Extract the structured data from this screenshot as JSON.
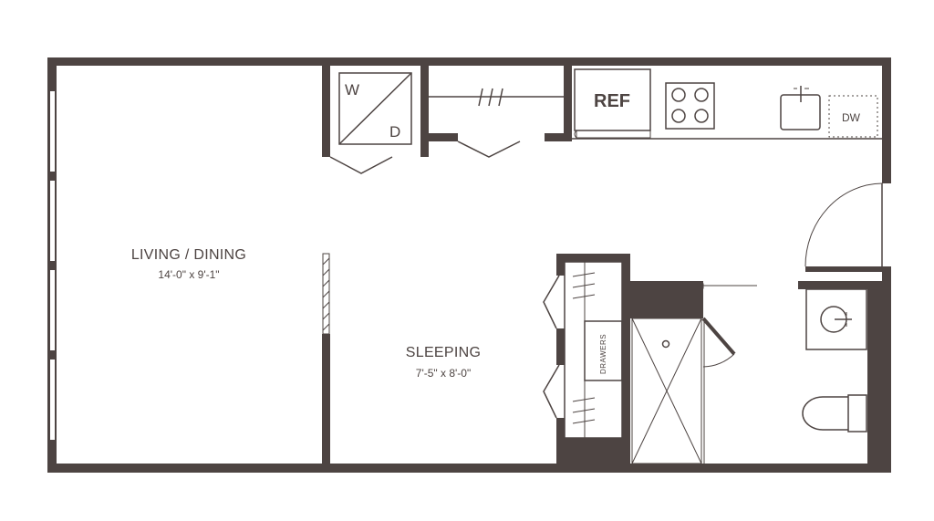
{
  "rooms": {
    "living": {
      "name": "LIVING / DINING",
      "dims": "14'-0\" x 9'-1\""
    },
    "sleeping": {
      "name": "SLEEPING",
      "dims": "7'-5\" x 8'-0\""
    }
  },
  "fixtures": {
    "washer": "W",
    "dryer": "D",
    "refrigerator": "REF",
    "dishwasher": "DW",
    "drawers": "DRAWERS"
  },
  "colors": {
    "wall": "#4d4442",
    "background": "#ffffff"
  }
}
